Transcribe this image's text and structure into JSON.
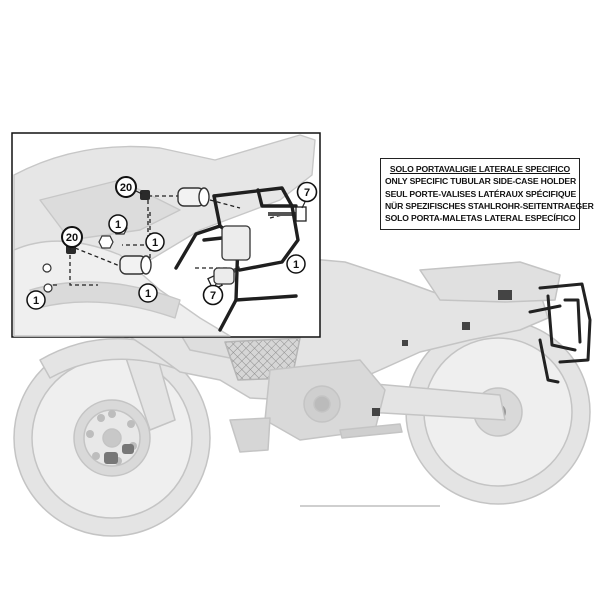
{
  "caption": {
    "lines": [
      "SOLO PORTAVALIGIE LATERALE SPECIFICO",
      "ONLY SPECIFIC TUBULAR SIDE-CASE HOLDER",
      "SEUL PORTE-VALISES LATÉRAUX SPÉCIFIQUE",
      "NÜR SPEZIFISCHES STAHLROHR-SEITENTRAEGER",
      "SOLO PORTA-MALETAS LATERAL ESPECÍFICO"
    ]
  },
  "callouts": [
    {
      "label": "20",
      "style": "filled"
    },
    {
      "label": "20",
      "style": "filled"
    },
    {
      "label": "7",
      "style": "outline"
    },
    {
      "label": "7",
      "style": "outline"
    },
    {
      "label": "1",
      "style": "outline"
    },
    {
      "label": "1",
      "style": "outline"
    },
    {
      "label": "1",
      "style": "outline"
    },
    {
      "label": "1",
      "style": "outline"
    },
    {
      "label": "1",
      "style": "outline"
    }
  ],
  "colors": {
    "ghost_fill": "#e4e4e4",
    "ghost_stroke": "#c4c4c4",
    "line_dark": "#222222",
    "part_dark": "#3a3a3a"
  }
}
